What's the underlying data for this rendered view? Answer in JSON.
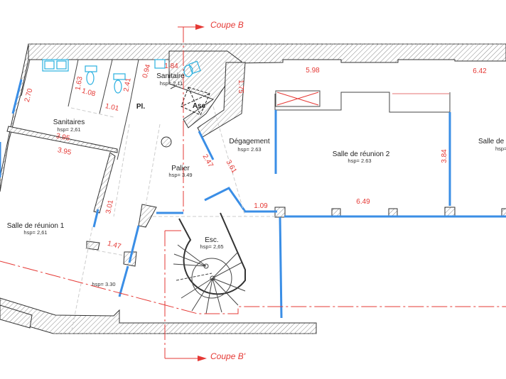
{
  "plan": {
    "section_marks": {
      "top": "Coupe B",
      "bottom": "Coupe B'"
    },
    "rooms": [
      {
        "name": "Sanitaires",
        "hsp": "hsp= 2,61"
      },
      {
        "name": "Sanitaire",
        "hsp": "hsp= 2,11"
      },
      {
        "name": "Pl.",
        "hsp": ""
      },
      {
        "name": "Asc",
        "hsp": ""
      },
      {
        "name": "Dégagement",
        "hsp": "hsp= 2.63"
      },
      {
        "name": "Salle de réunion 2",
        "hsp": "hsp= 2.63"
      },
      {
        "name": "Salle de",
        "hsp": "hsp="
      },
      {
        "name": "Palier",
        "hsp": "hsp= 3.49"
      },
      {
        "name": "Salle de réunion 1",
        "hsp": "hsp= 2,61"
      },
      {
        "name": "Esc.",
        "hsp": "hsp= 2,65"
      }
    ],
    "extra_hsp": "hsp= 3.30",
    "dimensions": [
      "2.70",
      "1.63",
      "1.08",
      "2.41",
      "0.94",
      "1.84",
      "1.75",
      "5.98",
      "6.42",
      "1.01",
      "3.95",
      "3.95",
      "3.84",
      "2.47",
      "3.61",
      "3.01",
      "1.09",
      "6.49",
      "1.47"
    ],
    "colors": {
      "dimension": "#e53935",
      "window": "#3a8ee6",
      "wall": "#333333"
    }
  }
}
